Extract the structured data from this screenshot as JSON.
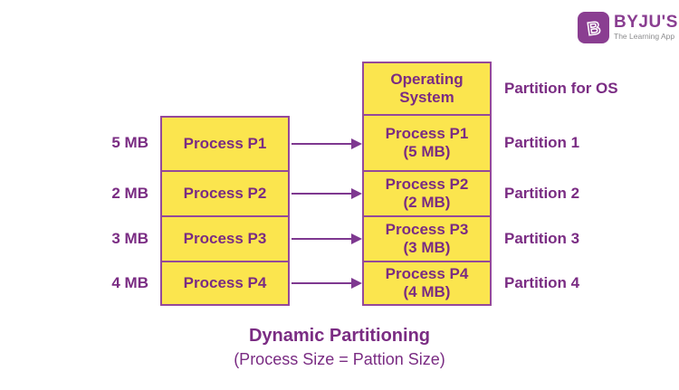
{
  "brand": {
    "name": "BYJU'S",
    "tagline": "The Learning App",
    "logo_letter": "B"
  },
  "diagram": {
    "title": "Dynamic Partitioning",
    "subtitle": "(Process Size = Pattion Size)",
    "left_sizes": [
      "5 MB",
      "2 MB",
      "3 MB",
      "4 MB"
    ],
    "process_boxes": [
      "Process P1",
      "Process P2",
      "Process P3",
      "Process P4"
    ],
    "memory_boxes": [
      {
        "line1": "Operating",
        "line2": "System"
      },
      {
        "line1": "Process P1",
        "line2": "(5 MB)"
      },
      {
        "line1": "Process P2",
        "line2": "(2 MB)"
      },
      {
        "line1": "Process P3",
        "line2": "(3 MB)"
      },
      {
        "line1": "Process P4",
        "line2": "(4 MB)"
      }
    ],
    "partition_labels": [
      "Partition for OS",
      "Partition 1",
      "Partition 2",
      "Partition 3",
      "Partition 4"
    ],
    "colors": {
      "box_fill": "#FBE54E",
      "box_border": "#94499A",
      "text_purple": "#7A2C83",
      "arrow": "#7E3890",
      "brand_purple": "#8A3E91",
      "tagline_gray": "#8C8C8E"
    }
  }
}
